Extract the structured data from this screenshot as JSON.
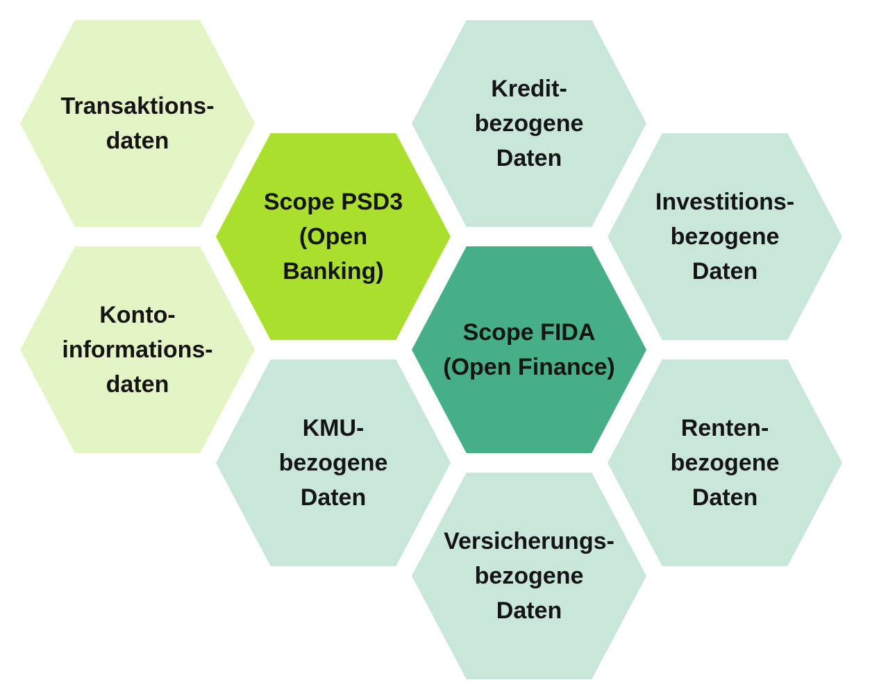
{
  "diagram": {
    "title": "Scope PSD3 vs. Scope FIDA honeycomb",
    "background_color": "#ffffff",
    "text_color": "#141414",
    "colors": {
      "pale_lime": "#e4f5c5",
      "bright_green": "#abdf2e",
      "teal": "#46af88",
      "pale_mint": "#c9e6da"
    },
    "hexagons": [
      {
        "id": "transaktionsdaten",
        "color": "#e4f5c5",
        "group": "psd3",
        "lines": [
          "Transaktions-",
          "daten"
        ]
      },
      {
        "id": "kredit",
        "color": "#c9e6da",
        "group": "fida",
        "lines": [
          "Kredit-",
          "bezogene",
          "Daten"
        ]
      },
      {
        "id": "psd3",
        "color": "#abdf2e",
        "group": "label",
        "lines": [
          "Scope PSD3",
          "(Open",
          "Banking)"
        ]
      },
      {
        "id": "investitions",
        "color": "#c9e6da",
        "group": "fida",
        "lines": [
          "Investitions-",
          "bezogene",
          "Daten"
        ]
      },
      {
        "id": "konto",
        "color": "#e4f5c5",
        "group": "psd3",
        "lines": [
          "Konto-",
          "informations-",
          "daten"
        ]
      },
      {
        "id": "fida",
        "color": "#46af88",
        "group": "label",
        "lines": [
          "Scope FIDA",
          "(Open Finance)"
        ]
      },
      {
        "id": "kmu",
        "color": "#c9e6da",
        "group": "fida",
        "lines": [
          "KMU-",
          "bezogene",
          "Daten"
        ]
      },
      {
        "id": "renten",
        "color": "#c9e6da",
        "group": "fida",
        "lines": [
          "Renten-",
          "bezogene",
          "Daten"
        ]
      },
      {
        "id": "versicherungs",
        "color": "#c9e6da",
        "group": "fida",
        "lines": [
          "Versicherungs-",
          "bezogene",
          "Daten"
        ]
      }
    ]
  }
}
